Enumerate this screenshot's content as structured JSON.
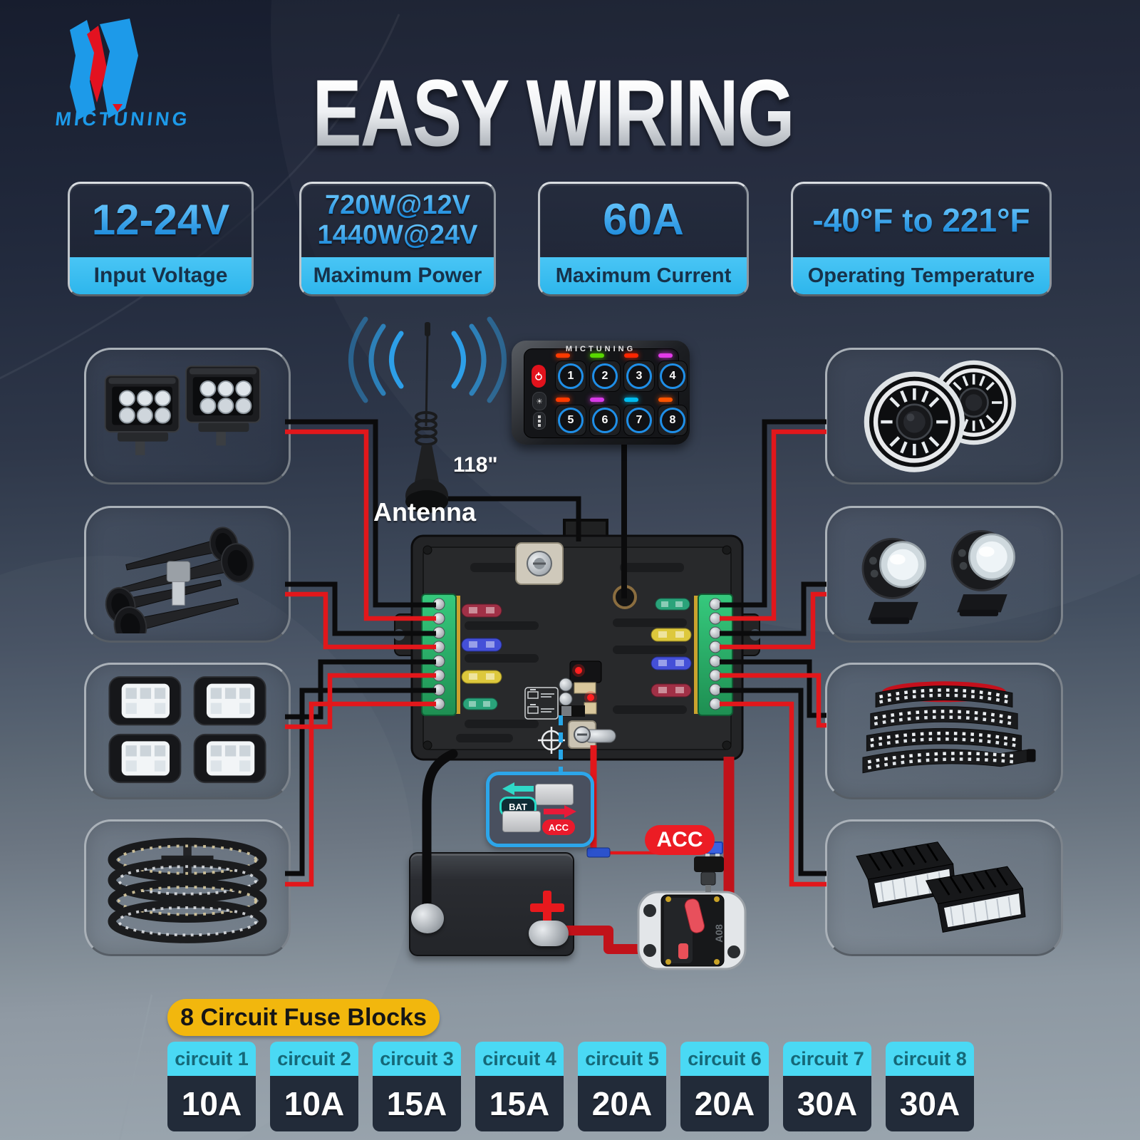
{
  "brand": {
    "logo_text": "MICTUNING"
  },
  "title": "EASY WIRING",
  "specs": [
    {
      "values": [
        "12-24V"
      ],
      "label": "Input Voltage"
    },
    {
      "values": [
        "720W@12V",
        "1440W@24V"
      ],
      "label": "Maximum Power"
    },
    {
      "values": [
        "60A"
      ],
      "label": "Maximum Current"
    },
    {
      "values": [
        "-40°F to 221°F"
      ],
      "label": "Operating Temperature"
    }
  ],
  "antenna": {
    "length": "118\"",
    "label": "Antenna"
  },
  "switch_panel": {
    "brand": "MICTUNING",
    "buttons": [
      "1",
      "2",
      "3",
      "4",
      "5",
      "6",
      "7",
      "8"
    ],
    "led_colors": [
      "#ff3a00",
      "#58d800",
      "#ff2600",
      "#e23ae8",
      "#ff3a00",
      "#d83ae8",
      "#00bbee",
      "#ff5400"
    ],
    "controls": [
      "power-icon",
      "brightness-icon",
      "mode-icon"
    ]
  },
  "mode_legend": {
    "bat": "BAT",
    "acc": "ACC"
  },
  "acc_badge": "ACC",
  "breaker": {
    "marking": "A08"
  },
  "fuse_table": {
    "heading": "8 Circuit Fuse Blocks",
    "circuits": [
      {
        "label": "circuit 1",
        "amp": "10A"
      },
      {
        "label": "circuit 2",
        "amp": "10A"
      },
      {
        "label": "circuit 3",
        "amp": "15A"
      },
      {
        "label": "circuit 4",
        "amp": "15A"
      },
      {
        "label": "circuit 5",
        "amp": "20A"
      },
      {
        "label": "circuit 6",
        "amp": "20A"
      },
      {
        "label": "circuit 7",
        "amp": "30A"
      },
      {
        "label": "circuit 8",
        "amp": "30A"
      }
    ]
  },
  "devices": {
    "left": [
      "dual-led-pod-lights",
      "train-air-horn",
      "rock-light-pods",
      "led-wheel-ring-lights"
    ],
    "right": [
      "halo-headlights",
      "projector-driving-lights",
      "led-tailgate-light-strip",
      "flush-mount-rock-lights"
    ]
  },
  "colors": {
    "logo_blue": "#1d9ae9",
    "cyan_band": "#2eb6ec",
    "cyan_col": "#4ad9f4",
    "teal_text": "#156878",
    "yellow": "#f2b70d",
    "red": "#e2171b",
    "red_badge": "#ec1c24",
    "navy_cell": "#222b39",
    "blue_value_top": "#6ecbff",
    "blue_value_bottom": "#0f7fd4",
    "bat_cyan": "#25dcc8",
    "wire_black": "#0b0b0c",
    "dashed_blue": "#27a7e8"
  }
}
